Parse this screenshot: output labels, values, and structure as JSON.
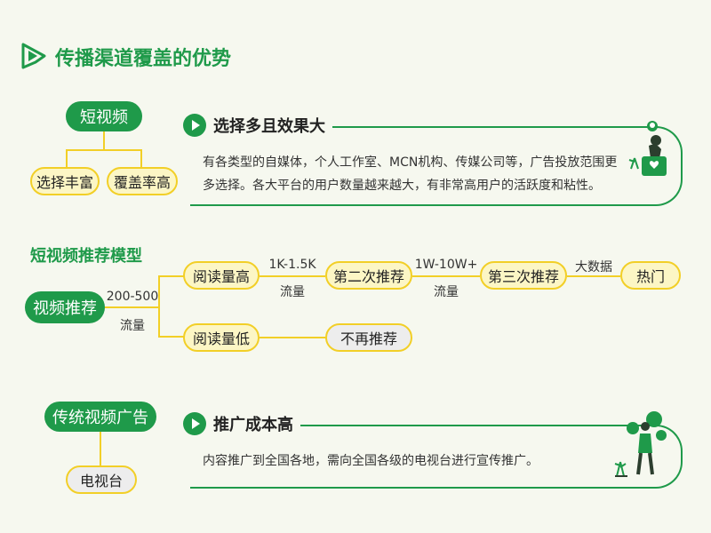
{
  "page": {
    "title": "传播渠道覆盖的优势"
  },
  "section1": {
    "root": "短视频",
    "children": [
      "选择丰富",
      "覆盖率高"
    ],
    "card_title": "选择多且效果大",
    "card_text": "有各类型的自媒体，个人工作室、MCN机构、传媒公司等，广告投放范围更多选择。各大平台的用户数量越来越大，有非常高用户的活跃度和粘性。"
  },
  "section2": {
    "title": "短视频推荐模型",
    "start": "视频推荐",
    "start_range": "200-500",
    "start_unit": "流量",
    "high_read": "阅读量高",
    "low_read": "阅读量低",
    "step1_range": "1K-1.5K",
    "step1_unit": "流量",
    "second": "第二次推荐",
    "step2_range": "1W-10W+",
    "step2_unit": "流量",
    "third": "第三次推荐",
    "step3_label": "大数据",
    "hot": "热门",
    "no_more": "不再推荐"
  },
  "section3": {
    "root": "传统视频广告",
    "child": "电视台",
    "card_title": "推广成本高",
    "card_text": "内容推广到全国各地，需向全国各级的电视台进行宣传推广。"
  },
  "colors": {
    "green": "#1f9a4a",
    "yellow": "#f2cf27",
    "pale_yellow": "#fcf6c5",
    "grey": "#ededed"
  },
  "icons": [
    "play-triangle-icon",
    "play-circle-icon",
    "woman-heart-illustration-icon",
    "man-money-illustration-icon"
  ]
}
